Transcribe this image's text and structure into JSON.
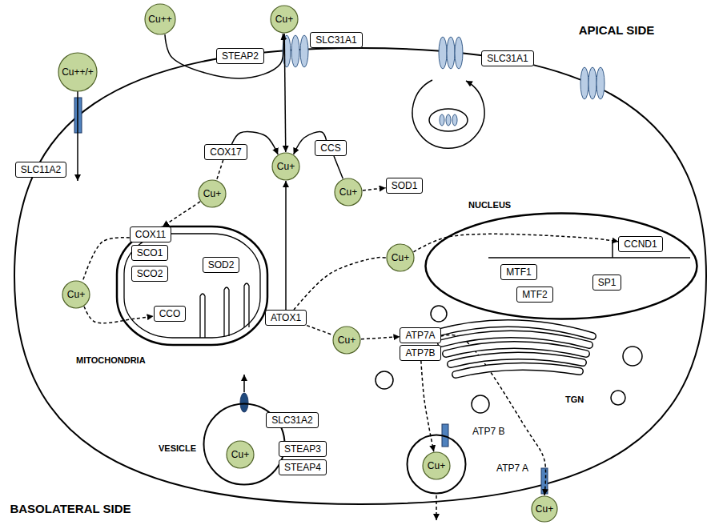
{
  "diagram": {
    "nodes": [
      {
        "text": [
          "Cu++"
        ]
      },
      {
        "text": [
          "STEAP2"
        ]
      },
      {
        "text": [
          "Cu+"
        ]
      },
      {
        "text": [
          "SLC31A1"
        ]
      },
      {
        "text": [
          "SLC31A1"
        ]
      },
      {
        "text": [
          "Cu++/+"
        ]
      },
      {
        "text": [
          "SLC11A2"
        ]
      },
      {
        "text": [
          "COX17"
        ]
      },
      {
        "text": [
          "Cu+"
        ]
      },
      {
        "text": [
          "CCS"
        ]
      },
      {
        "text": [
          "SOD1"
        ]
      },
      {
        "text": [
          "Cu+"
        ]
      },
      {
        "text": [
          "Cu+"
        ]
      },
      {
        "text": [
          "MITOCHONDRIA"
        ]
      },
      {
        "text": [
          "COX11"
        ],
        "in": 13
      },
      {
        "text": [
          "SCO1"
        ],
        "in": 13
      },
      {
        "text": [
          "SCO2"
        ],
        "in": 13
      },
      {
        "text": [
          "SOD2"
        ],
        "in": 13
      },
      {
        "text": [
          "CCO"
        ],
        "in": 13
      },
      {
        "text": [
          "Cu+"
        ]
      },
      {
        "text": [
          "NUCLEUS"
        ]
      },
      {
        "text": [
          "CCND1"
        ],
        "in": 20
      },
      {
        "text": [
          "MTF1"
        ],
        "in": 20
      },
      {
        "text": [
          "MTF2"
        ],
        "in": 20
      },
      {
        "text": [
          "SP1"
        ],
        "in": 20
      },
      {
        "text": [
          "Cu+"
        ]
      },
      {
        "text": [
          "ATOX1"
        ]
      },
      {
        "text": [
          "TGN"
        ]
      },
      {
        "text": [
          "ATP7A"
        ],
        "in": 27
      },
      {
        "text": [
          "ATP7B"
        ],
        "in": 27
      },
      {
        "text": [
          "Cu+"
        ]
      },
      {
        "text": [
          "VESICLE"
        ]
      },
      {
        "text": [
          "SLC31A2"
        ],
        "in": 31
      },
      {
        "text": [
          "Cu+"
        ],
        "in": 31
      },
      {
        "text": [
          "STEAP3"
        ],
        "in": 31
      },
      {
        "text": [
          "STEAP4"
        ],
        "in": 31
      },
      {
        "text": [
          "ATP7 B"
        ]
      },
      {
        "text": [
          "Cu+"
        ],
        "in": 36
      },
      {
        "text": [
          "Cu+"
        ]
      }
    ],
    "edges": [
      {
        "from": 0,
        "to": 2,
        "arrow": "to"
      },
      {
        "from": 2,
        "to": 8,
        "arrow": "to"
      },
      {
        "from": 7,
        "to": 8,
        "arrow": "to"
      },
      {
        "from": 9,
        "to": 8,
        "arrow": "to"
      },
      {
        "from": 7,
        "to": 11,
        "arrow": "none"
      },
      {
        "from": 11,
        "to": 14,
        "arrow": "to"
      },
      {
        "from": 9,
        "to": 12,
        "arrow": "none"
      },
      {
        "from": 12,
        "to": 10,
        "arrow": "to"
      },
      {
        "from": 14,
        "to": 19,
        "arrow": "none"
      },
      {
        "from": 19,
        "to": 18,
        "arrow": "to"
      },
      {
        "from": 26,
        "to": 8,
        "arrow": "to"
      },
      {
        "from": 26,
        "to": 25,
        "arrow": "none"
      },
      {
        "from": 25,
        "to": 21,
        "arrow": "to"
      },
      {
        "from": 26,
        "to": 30,
        "arrow": "none"
      },
      {
        "from": 30,
        "to": 28,
        "arrow": "to"
      },
      {
        "from": 29,
        "to": 37,
        "arrow": "to"
      },
      {
        "from": 28,
        "to": 38,
        "arrow": "to"
      }
    ],
    "labels": [
      "APICAL SIDE",
      "BASOLATERAL SIDE",
      "ATP7 A"
    ]
  }
}
